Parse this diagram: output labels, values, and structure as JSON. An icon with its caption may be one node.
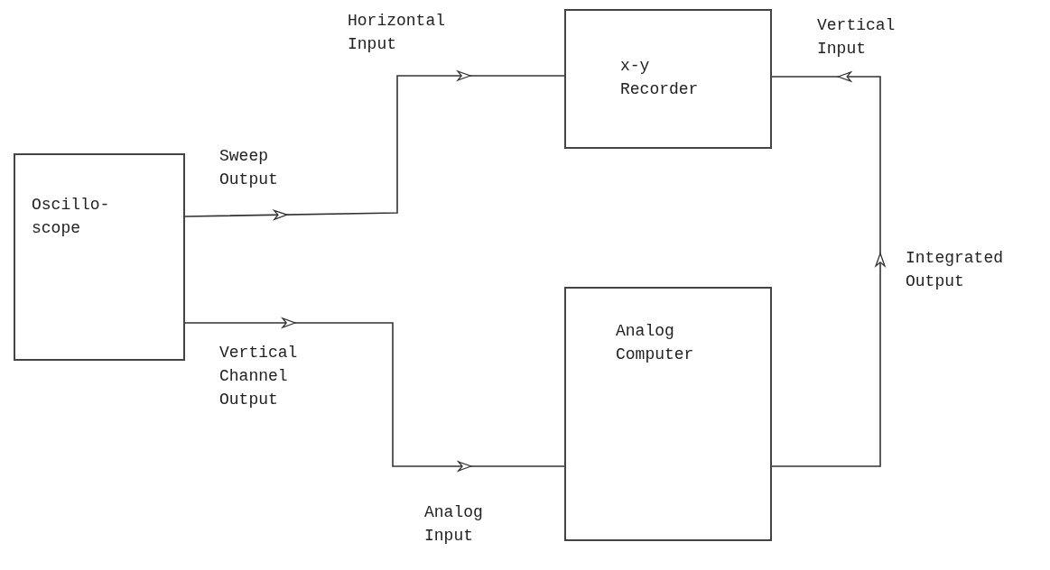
{
  "diagram": {
    "nodes": [
      {
        "text": [
          "Oscillo- scope"
        ]
      },
      {
        "text": [
          "x-y Recorder"
        ]
      },
      {
        "text": [
          "Analog Computer"
        ]
      }
    ],
    "edges": [
      {
        "from": 0,
        "to": 1,
        "arrow": "to"
      },
      {
        "from": 0,
        "to": 2,
        "arrow": "to"
      },
      {
        "from": 2,
        "to": 1,
        "arrow": "to"
      }
    ],
    "labels": [
      "Horizontal Input",
      "Vertical Input",
      "Sweep Output",
      "Integrated Output",
      "Vertical Channel Output",
      "Analog Input"
    ]
  }
}
